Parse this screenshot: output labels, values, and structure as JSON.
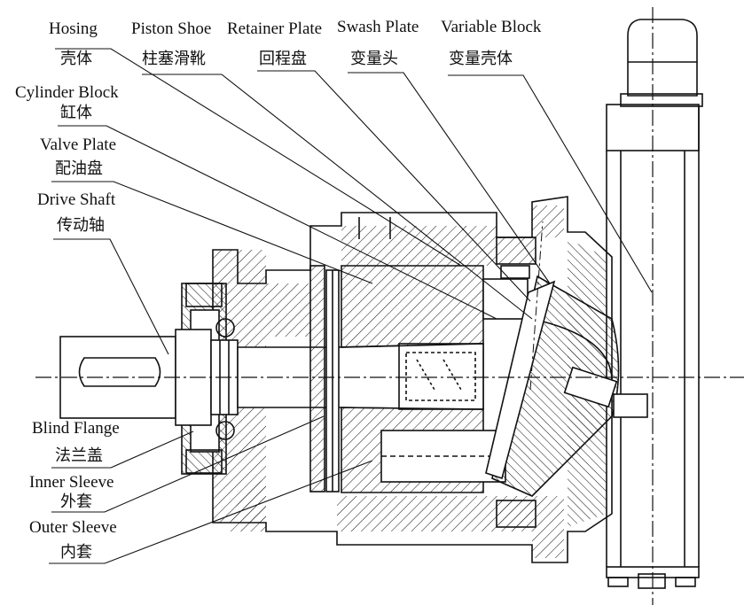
{
  "labels": {
    "hosing": {
      "en": "Hosing",
      "zh": "壳体"
    },
    "piston_shoe": {
      "en": "Piston Shoe",
      "zh": "柱塞滑靴"
    },
    "retainer_plate": {
      "en": "Retainer  Plate",
      "zh": "回程盘"
    },
    "swash_plate": {
      "en": "Swash Plate",
      "zh": "变量头"
    },
    "variable_block": {
      "en": "Variable Block",
      "zh": "变量壳体"
    },
    "cylinder_block": {
      "en": "Cylinder Block",
      "zh": "缸体"
    },
    "valve_plate": {
      "en": "Valve Plate",
      "zh": "配油盘"
    },
    "drive_shaft": {
      "en": "Drive Shaft",
      "zh": "传动轴"
    },
    "blind_flange": {
      "en": "Blind Flange",
      "zh": "法兰盖"
    },
    "inner_sleeve": {
      "en": "Inner Sleeve",
      "zh": "外套"
    },
    "outer_sleeve": {
      "en": "Outer Sleeve",
      "zh": "内套"
    }
  }
}
